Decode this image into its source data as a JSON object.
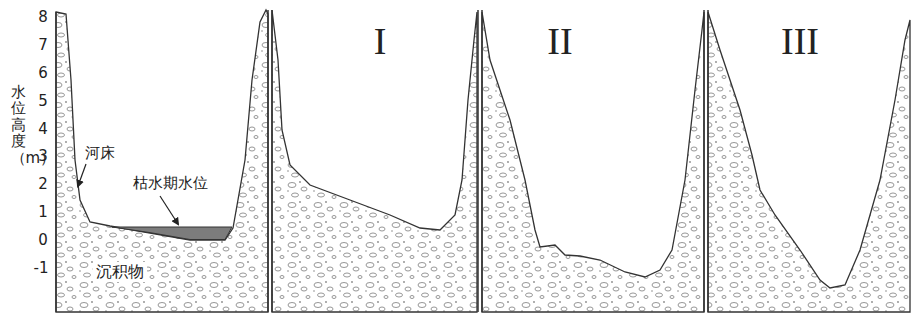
{
  "diagram": {
    "labels": [
      "8",
      "7",
      "6",
      "5",
      "4",
      "3",
      "2",
      "1",
      "0",
      "-1",
      "水位高度（m）",
      "河床",
      "枯水期水位",
      "沉积物",
      "I",
      "II",
      "III"
    ]
  }
}
